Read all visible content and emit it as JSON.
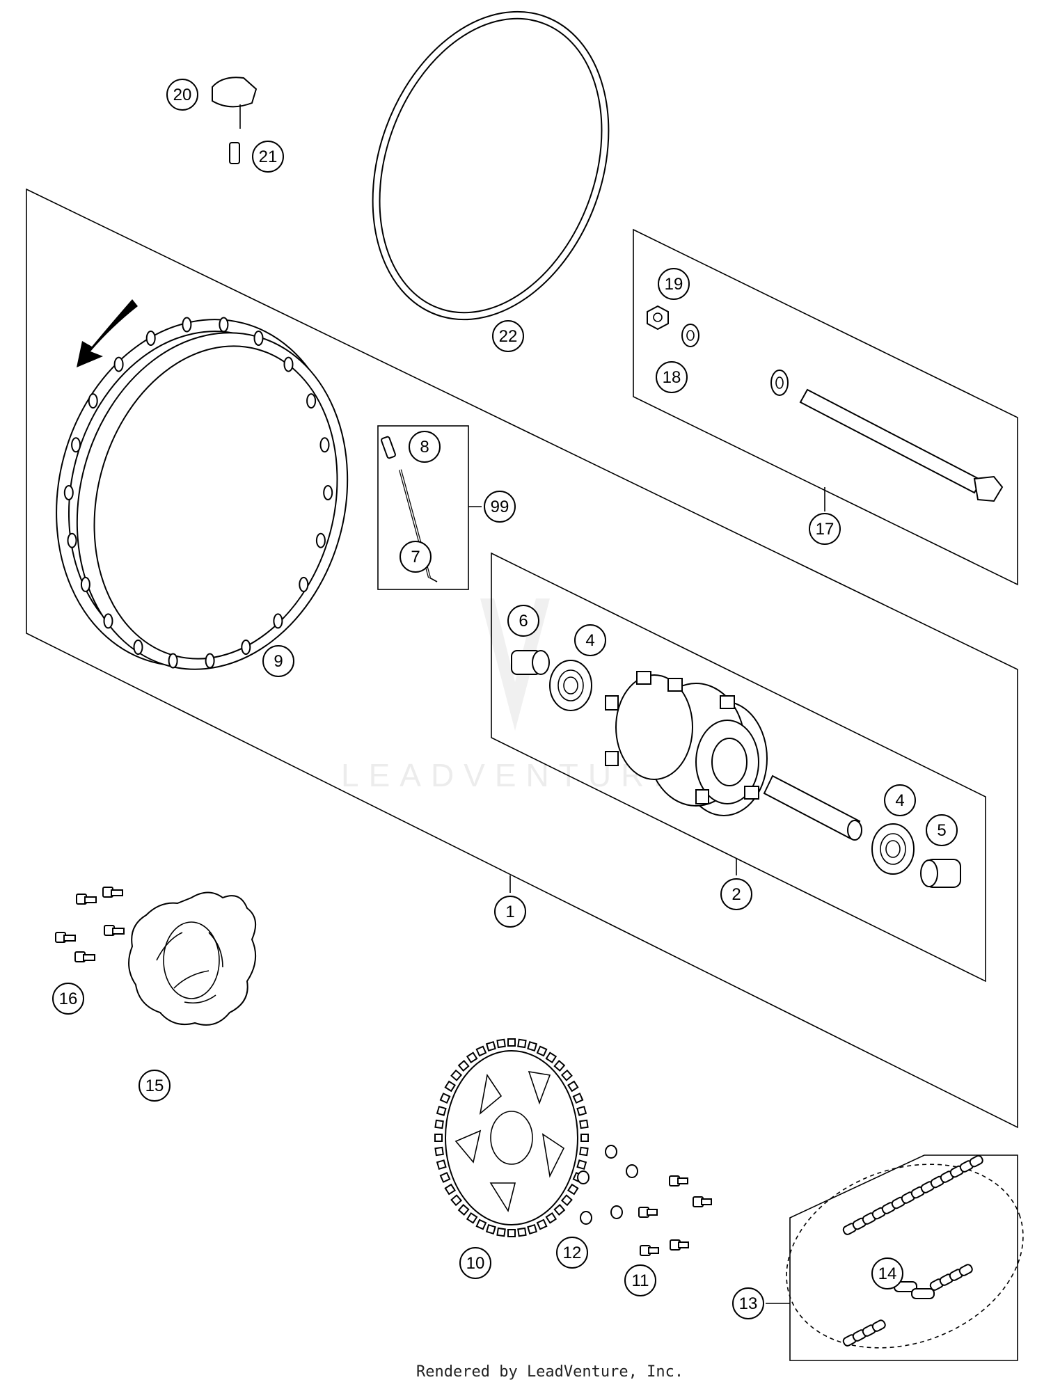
{
  "diagram": {
    "callouts": [
      {
        "id": "c1",
        "text": "1"
      },
      {
        "id": "c2",
        "text": "2"
      },
      {
        "id": "c4a",
        "text": "4"
      },
      {
        "id": "c4b",
        "text": "4"
      },
      {
        "id": "c5",
        "text": "5"
      },
      {
        "id": "c6",
        "text": "6"
      },
      {
        "id": "c7",
        "text": "7"
      },
      {
        "id": "c8",
        "text": "8"
      },
      {
        "id": "c9",
        "text": "9"
      },
      {
        "id": "c10",
        "text": "10"
      },
      {
        "id": "c11",
        "text": "11"
      },
      {
        "id": "c12",
        "text": "12"
      },
      {
        "id": "c13",
        "text": "13"
      },
      {
        "id": "c14",
        "text": "14"
      },
      {
        "id": "c15",
        "text": "15"
      },
      {
        "id": "c16",
        "text": "16"
      },
      {
        "id": "c17",
        "text": "17"
      },
      {
        "id": "c18",
        "text": "18"
      },
      {
        "id": "c19",
        "text": "19"
      },
      {
        "id": "c20",
        "text": "20"
      },
      {
        "id": "c21",
        "text": "21"
      },
      {
        "id": "c22",
        "text": "22"
      },
      {
        "id": "c99",
        "text": "99"
      }
    ],
    "watermark": "LEADVENTURE",
    "footer": "Rendered by LeadVenture, Inc."
  }
}
